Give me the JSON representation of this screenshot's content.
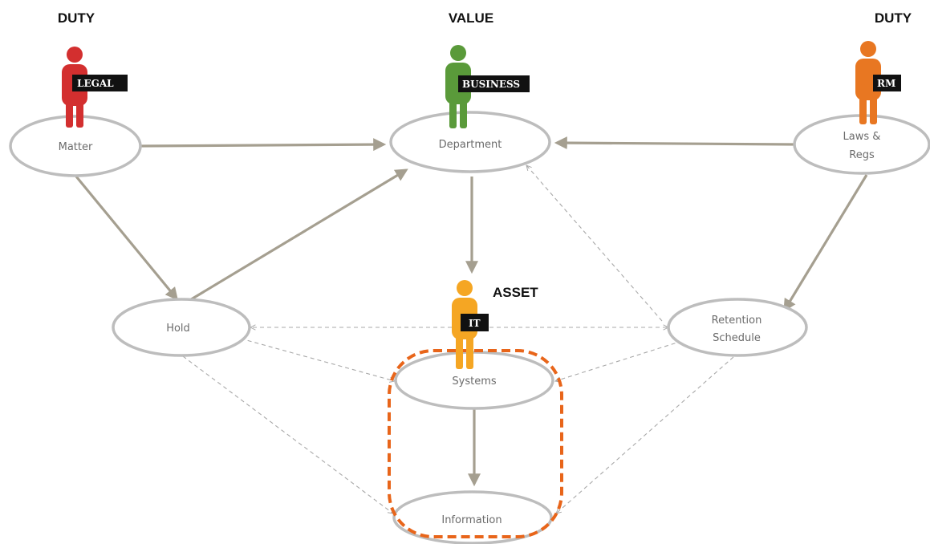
{
  "headers": {
    "legal_duty": "DUTY",
    "value": "VALUE",
    "rm_duty": "DUTY",
    "asset": "ASSET"
  },
  "roles": {
    "legal": "LEGAL",
    "business": "BUSINESS",
    "rm": "RM",
    "it": "IT"
  },
  "nodes": {
    "matter": "Matter",
    "department": "Department",
    "laws_line1": "Laws &",
    "laws_line2": "Regs",
    "hold": "Hold",
    "retention_line1": "Retention",
    "retention_line2": "Schedule",
    "systems": "Systems",
    "information": "Information"
  },
  "colors": {
    "legal": "#d32f2f",
    "business": "#5a9a3a",
    "rm": "#e87722",
    "it": "#f5a623",
    "highlight": "#e8651a",
    "ellipse_stroke": "#bdbdbd",
    "solid_arrow": "#a59f90",
    "dashed_arrow": "#a8a8a8"
  }
}
